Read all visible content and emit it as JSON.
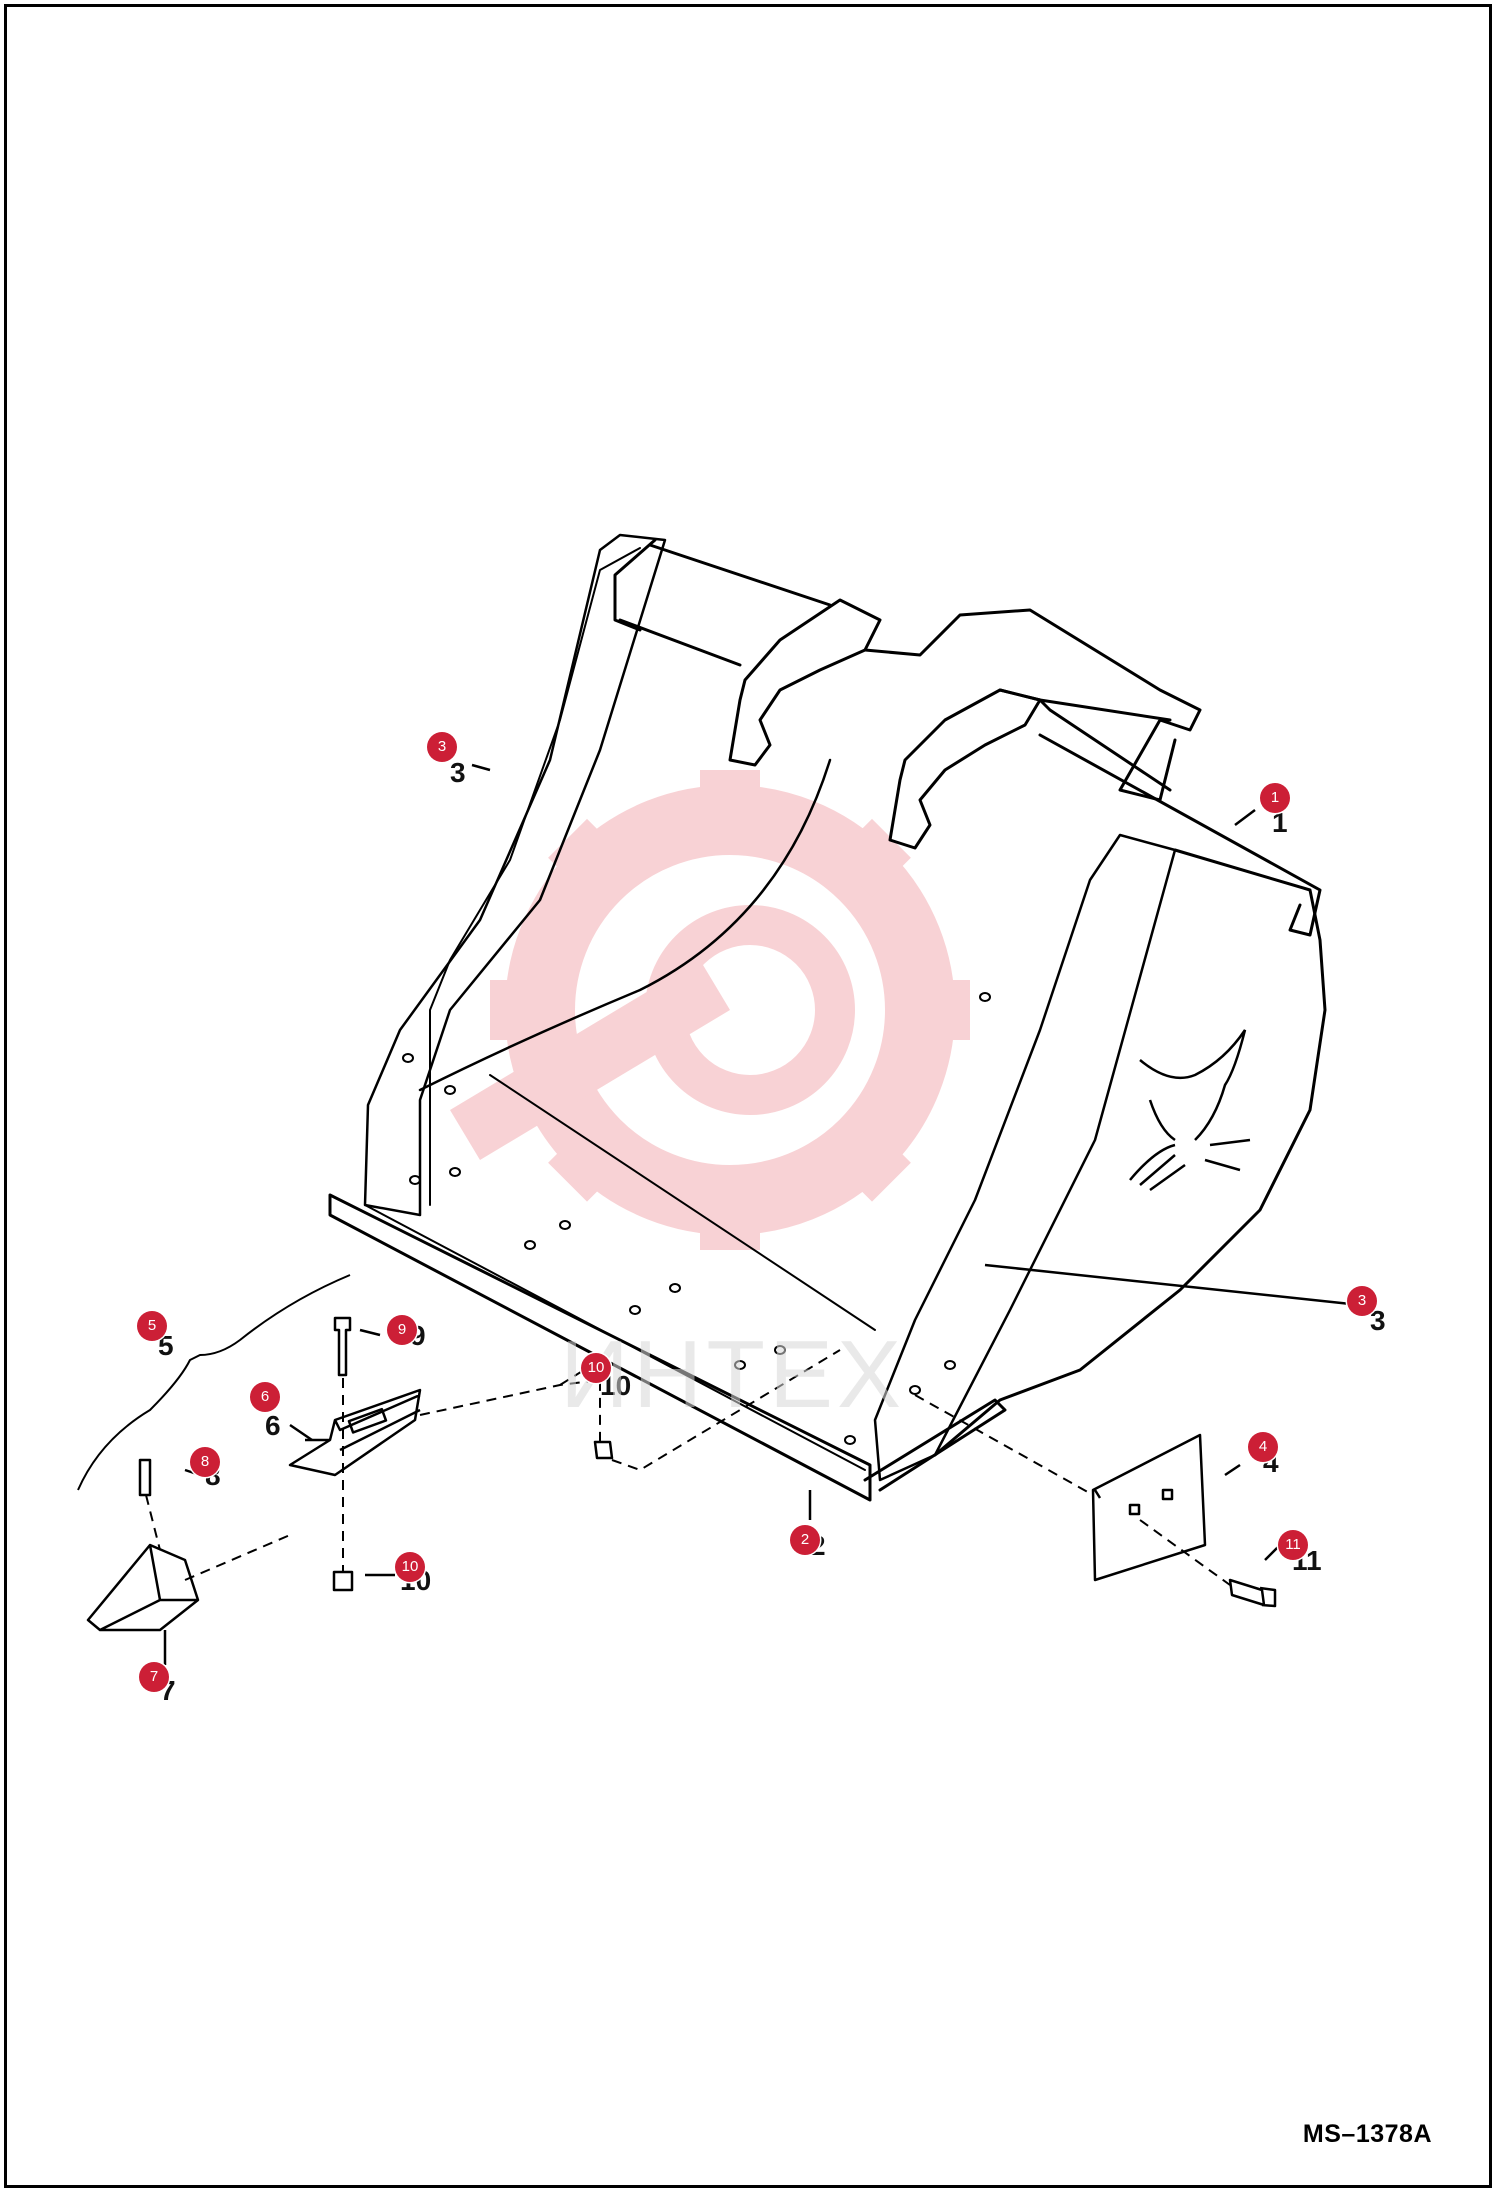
{
  "drawing": {
    "code": "MS–1378A",
    "watermark_text": "ИНТЕХ"
  },
  "callouts": [
    {
      "id": "c1",
      "label": "1"
    },
    {
      "id": "c2",
      "label": "2"
    },
    {
      "id": "c3a",
      "label": "3"
    },
    {
      "id": "c3b",
      "label": "3"
    },
    {
      "id": "c4",
      "label": "4"
    },
    {
      "id": "c5",
      "label": "5"
    },
    {
      "id": "c6",
      "label": "6"
    },
    {
      "id": "c7",
      "label": "7"
    },
    {
      "id": "c8",
      "label": "8"
    },
    {
      "id": "c9",
      "label": "9"
    },
    {
      "id": "c10a",
      "label": "10"
    },
    {
      "id": "c10b",
      "label": "10"
    },
    {
      "id": "c11",
      "label": "11"
    }
  ],
  "colors": {
    "callout": "#cc1f36",
    "line": "#000000",
    "watermark": "#f4b8bc"
  }
}
